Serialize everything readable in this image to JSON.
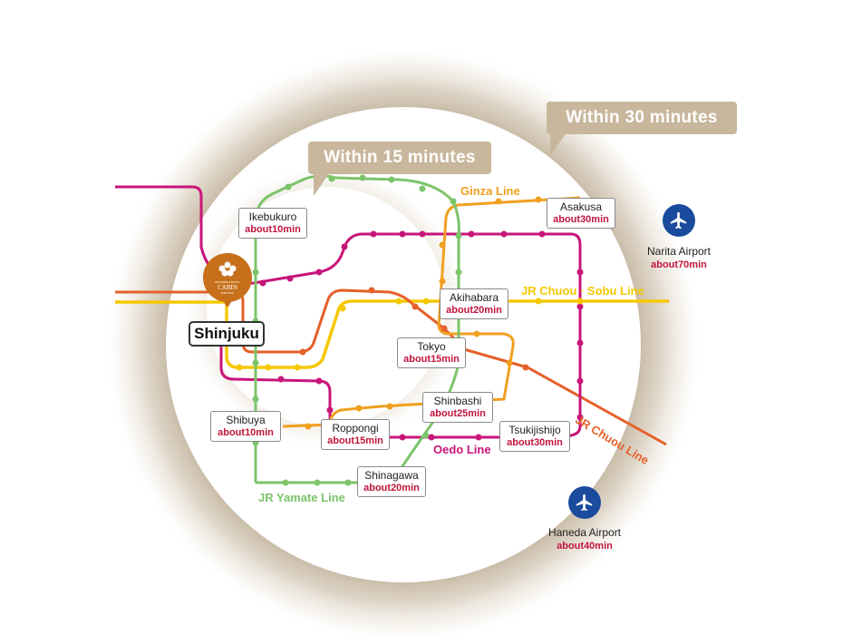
{
  "zones": {
    "outer_label": "Within 30 minutes",
    "inner_label": "Within 15 minutes"
  },
  "hub": {
    "name": "Shinjuku"
  },
  "hotel_logo": {
    "lines": [
      "PREMIER HOTEL",
      "CABIN",
      "SHINJUKU"
    ]
  },
  "stations": [
    {
      "name": "Ikebukuro",
      "time": "about10min"
    },
    {
      "name": "Asakusa",
      "time": "about30min"
    },
    {
      "name": "Akihabara",
      "time": "about20min"
    },
    {
      "name": "Tokyo",
      "time": "about15min"
    },
    {
      "name": "Shinbashi",
      "time": "about25min"
    },
    {
      "name": "Shibuya",
      "time": "about10min"
    },
    {
      "name": "Roppongi",
      "time": "about15min"
    },
    {
      "name": "Tsukijishijo",
      "time": "about30min"
    },
    {
      "name": "Shinagawa",
      "time": "about20min"
    }
  ],
  "lines": {
    "ginza": {
      "label": "Ginza Line",
      "color": "#f0a020"
    },
    "chuo_sobu": {
      "label": "JR Chuou · Sobu Line",
      "color": "#f5c800"
    },
    "chuo": {
      "label": "JR Chuou Line",
      "color": "#e5602a"
    },
    "oedo": {
      "label": "Oedo Line",
      "color": "#c8157a"
    },
    "yamate": {
      "label": "JR Yamate Line",
      "color": "#7cc46a"
    }
  },
  "airports": [
    {
      "name": "Narita Airport",
      "time": "about70min",
      "icon": "airplane-icon"
    },
    {
      "name": "Haneda Airport",
      "time": "about40min",
      "icon": "airplane-icon"
    }
  ],
  "colors": {
    "callout_bg": "#c8b79d",
    "time_text": "#c0143c",
    "airport_blue": "#1a4b9c",
    "ring_tone": "#c5b7a2"
  }
}
